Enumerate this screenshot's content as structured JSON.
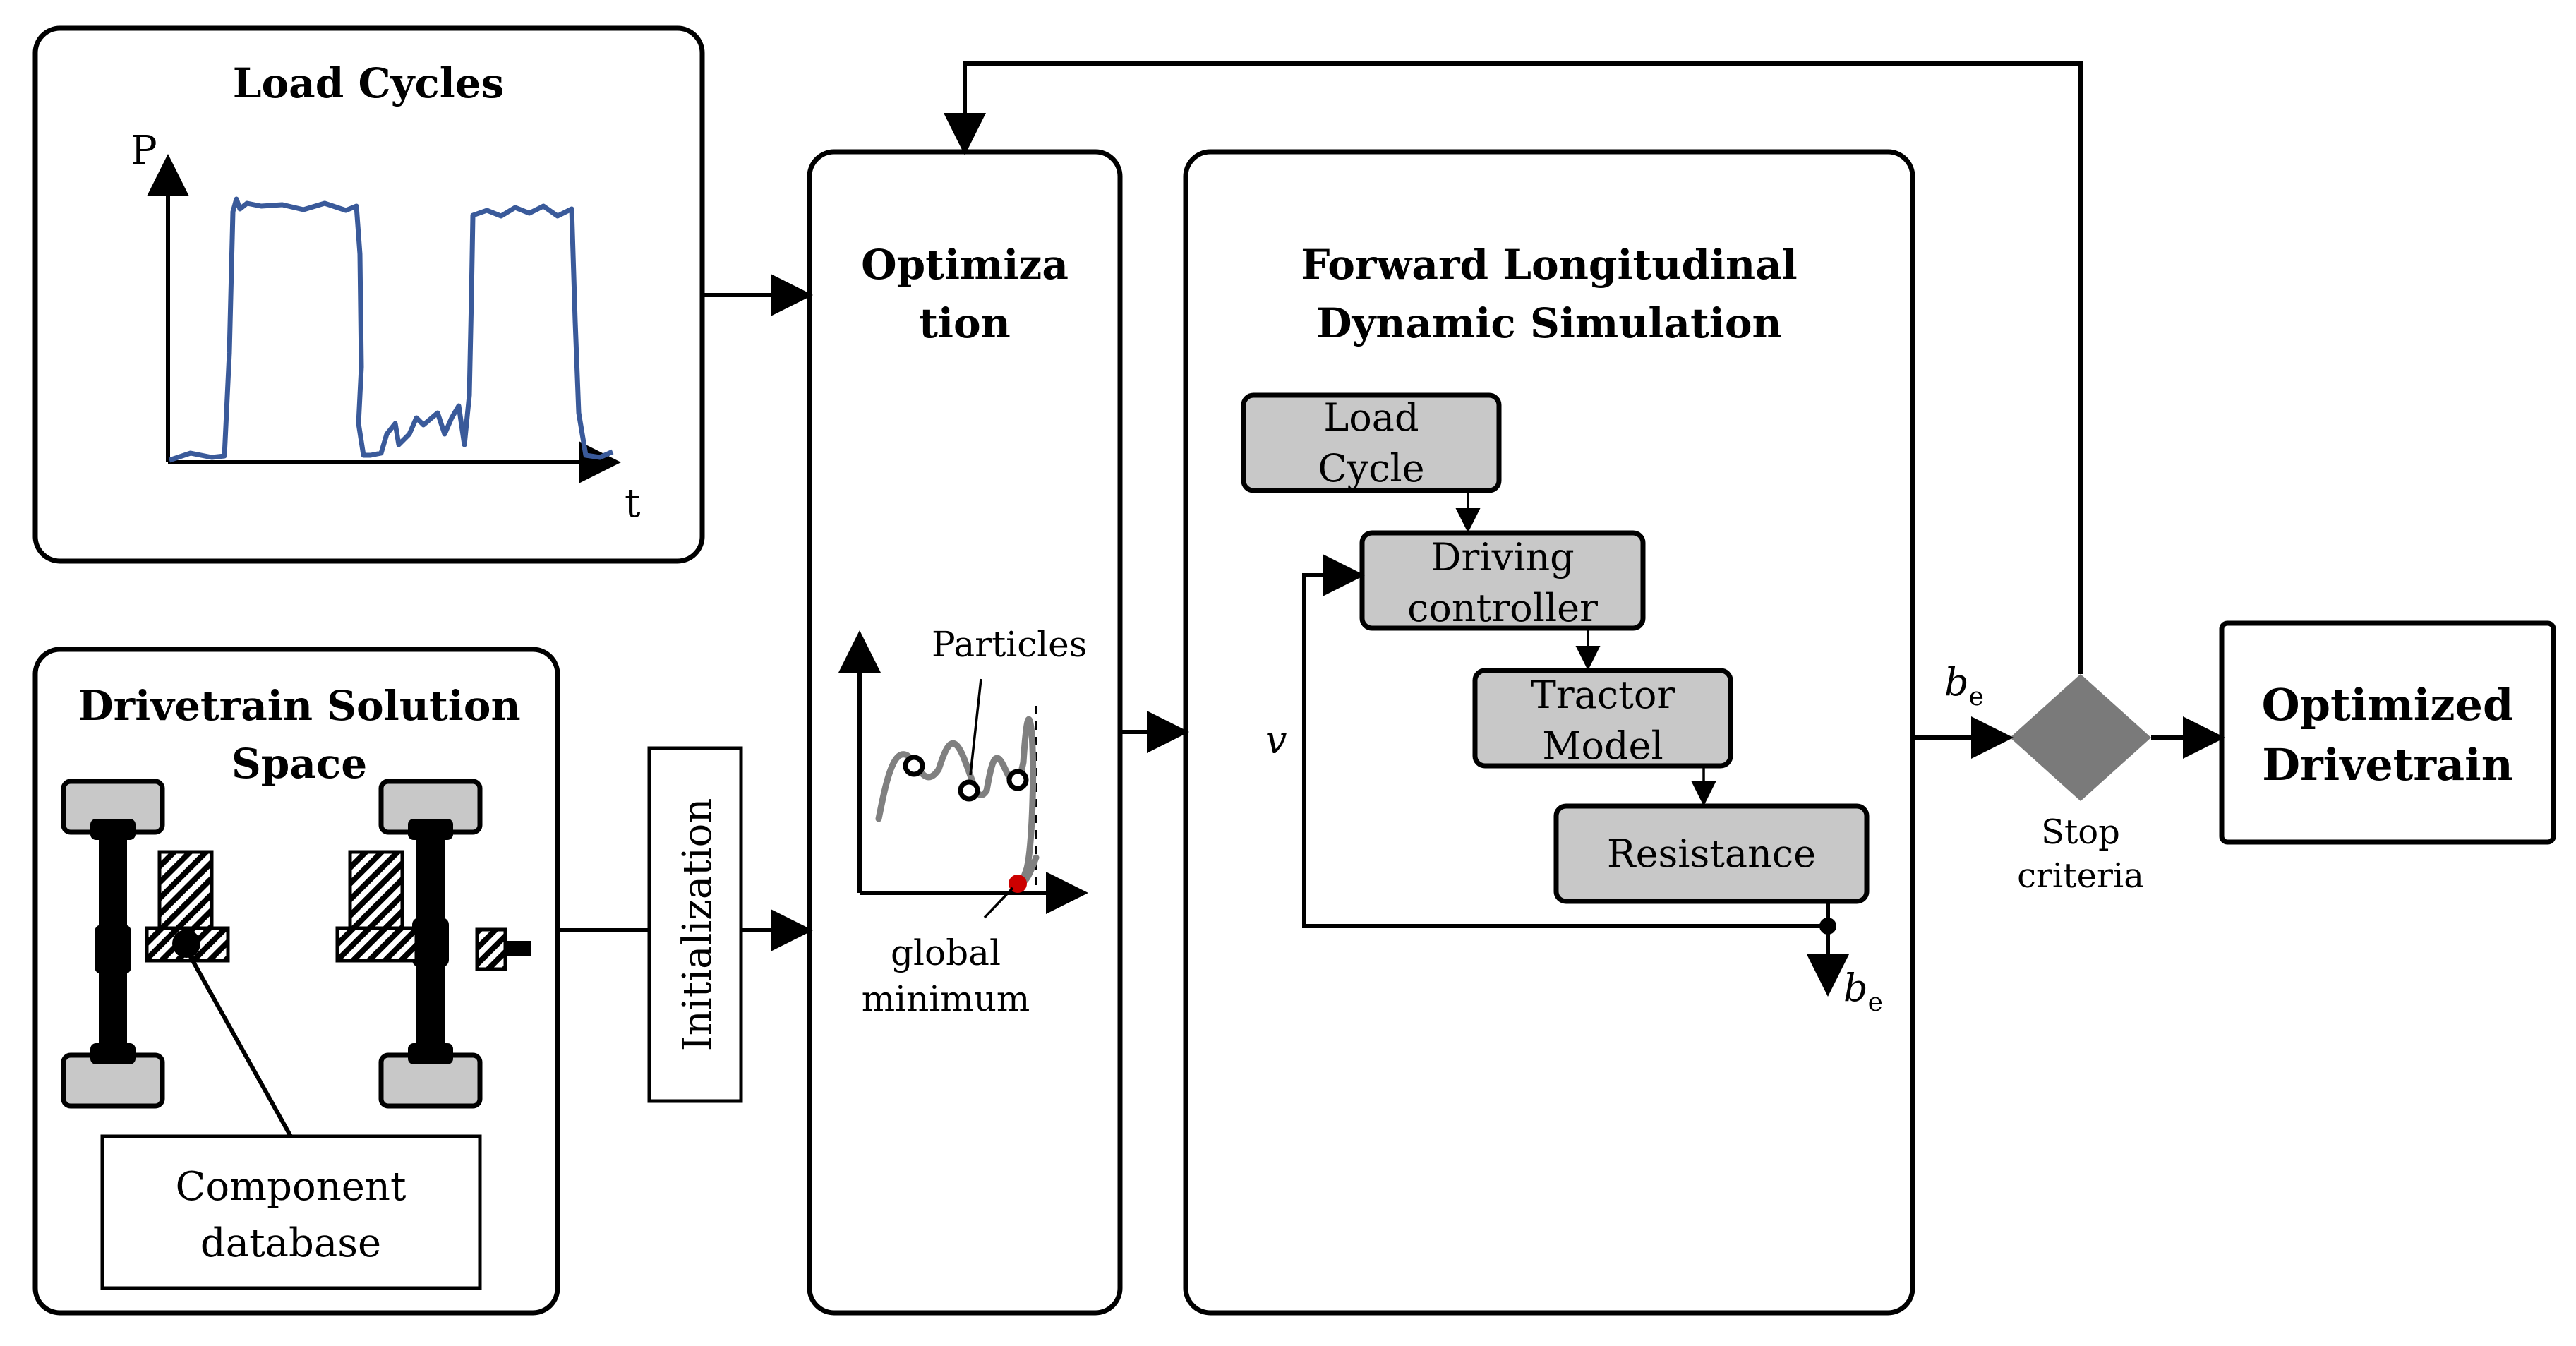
{
  "load_cycles": {
    "title": "Load Cycles",
    "y_axis": "P",
    "x_axis": "t"
  },
  "solution_space": {
    "title_line1": "Drivetrain Solution",
    "title_line2": "Space",
    "component_db_line1": "Component",
    "component_db_line2": "database"
  },
  "initialization": {
    "label": "Initialization"
  },
  "optimization": {
    "title_line1": "Optimiza",
    "title_line2": "tion",
    "particles_label": "Particles",
    "minimum_line1": "global",
    "minimum_line2": "minimum",
    "colors": {
      "curve": "#808080",
      "minimum_dot": "#cc0000"
    }
  },
  "simulation": {
    "title_line1": "Forward Longitudinal",
    "title_line2": "Dynamic Simulation",
    "blocks": {
      "load_cycle": [
        "Load",
        "Cycle"
      ],
      "driving_controller": [
        "Driving",
        "controller"
      ],
      "tractor_model": [
        "Tractor",
        "Model"
      ],
      "resistance": "Resistance"
    },
    "feedback_label": "v",
    "output_symbol": "b",
    "output_subscript": "e"
  },
  "decision": {
    "input_symbol": "b",
    "input_subscript": "e",
    "label_line1": "Stop",
    "label_line2": "criteria",
    "color": "#7a7a7a"
  },
  "result": {
    "title_line1": "Optimized",
    "title_line2": "Drivetrain"
  },
  "colors": {
    "load_curve": "#3a5a9a",
    "block_fill": "#c8c8c8"
  }
}
